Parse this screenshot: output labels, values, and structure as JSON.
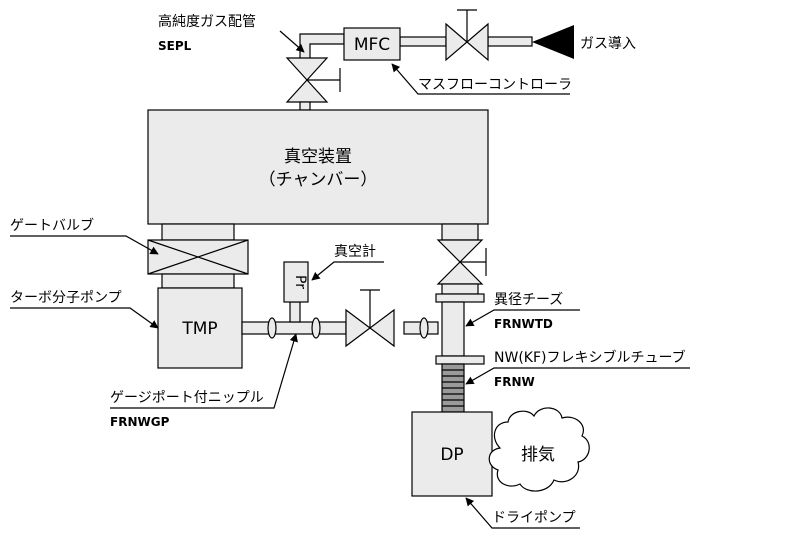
{
  "labels": {
    "gas_line": "高純度ガス配管",
    "gas_line_code": "SEPL",
    "mfc": "MFC",
    "gas_inlet": "ガス導入",
    "mfc_desc": "マスフローコントローラ",
    "chamber_line1": "真空装置",
    "chamber_line2": "（チャンバー）",
    "gate_valve": "ゲートバルブ",
    "vacuum_gauge": "真空計",
    "gauge_symbol": "Pr",
    "reducer": "異径チーズ",
    "reducer_code": "FRNWTD",
    "tmp_desc": "ターボ分子ポンプ",
    "tmp": "TMP",
    "flex_tube": "NW(KF)フレキシブルチューブ",
    "flex_tube_code": "FRNW",
    "gauge_nipple": "ゲージポート付ニップル",
    "gauge_nipple_code": "FRNWGP",
    "dp": "DP",
    "exhaust": "排気",
    "dry_pump": "ドライポンプ"
  }
}
